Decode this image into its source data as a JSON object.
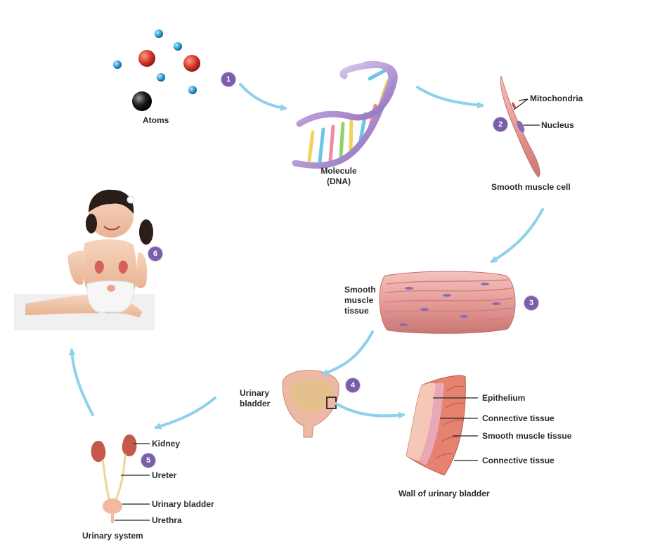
{
  "atoms": {
    "label": "Atoms"
  },
  "molecule": {
    "label_line1": "Molecule",
    "label_line2": "(DNA)"
  },
  "cell": {
    "title": "Smooth muscle cell",
    "parts": [
      "Mitochondria",
      "Nucleus"
    ]
  },
  "tissue": {
    "line1": "Smooth",
    "line2": "muscle",
    "line3": "tissue"
  },
  "organ": {
    "line1": "Urinary",
    "line2": "bladder",
    "wall_title": "Wall of urinary bladder",
    "layers": [
      "Epithelium",
      "Connective tissue",
      "Smooth muscle tissue",
      "Connective tissue"
    ]
  },
  "system": {
    "title": "Urinary system",
    "parts": [
      "Kidney",
      "Ureter",
      "Urinary bladder",
      "Urethra"
    ]
  },
  "steps": [
    "1",
    "2",
    "3",
    "4",
    "5",
    "6"
  ],
  "colors": {
    "arrow": "#8fd0ee",
    "badge": "#7b5ea8",
    "muscle": "#e7a3a0",
    "atom_red": "#d93a2b",
    "atom_blue": "#2f9fdc"
  }
}
